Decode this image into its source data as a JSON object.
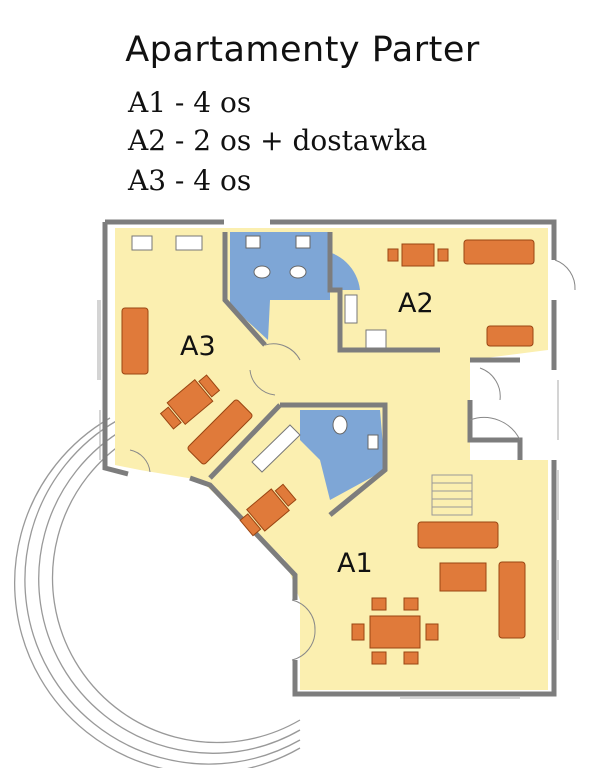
{
  "title": "Apartamenty Parter",
  "legend": [
    "A1 - 4 os",
    "A2 - 2 os + dostawka",
    "A3 - 4 os"
  ],
  "rooms": {
    "a1": "A1",
    "a2": "A2",
    "a3": "A3"
  },
  "colors": {
    "floor": "#fbefb0",
    "bathroom": "#7ea6d6",
    "furniture": "#e07a3a",
    "wall": "#8a8a8a"
  }
}
